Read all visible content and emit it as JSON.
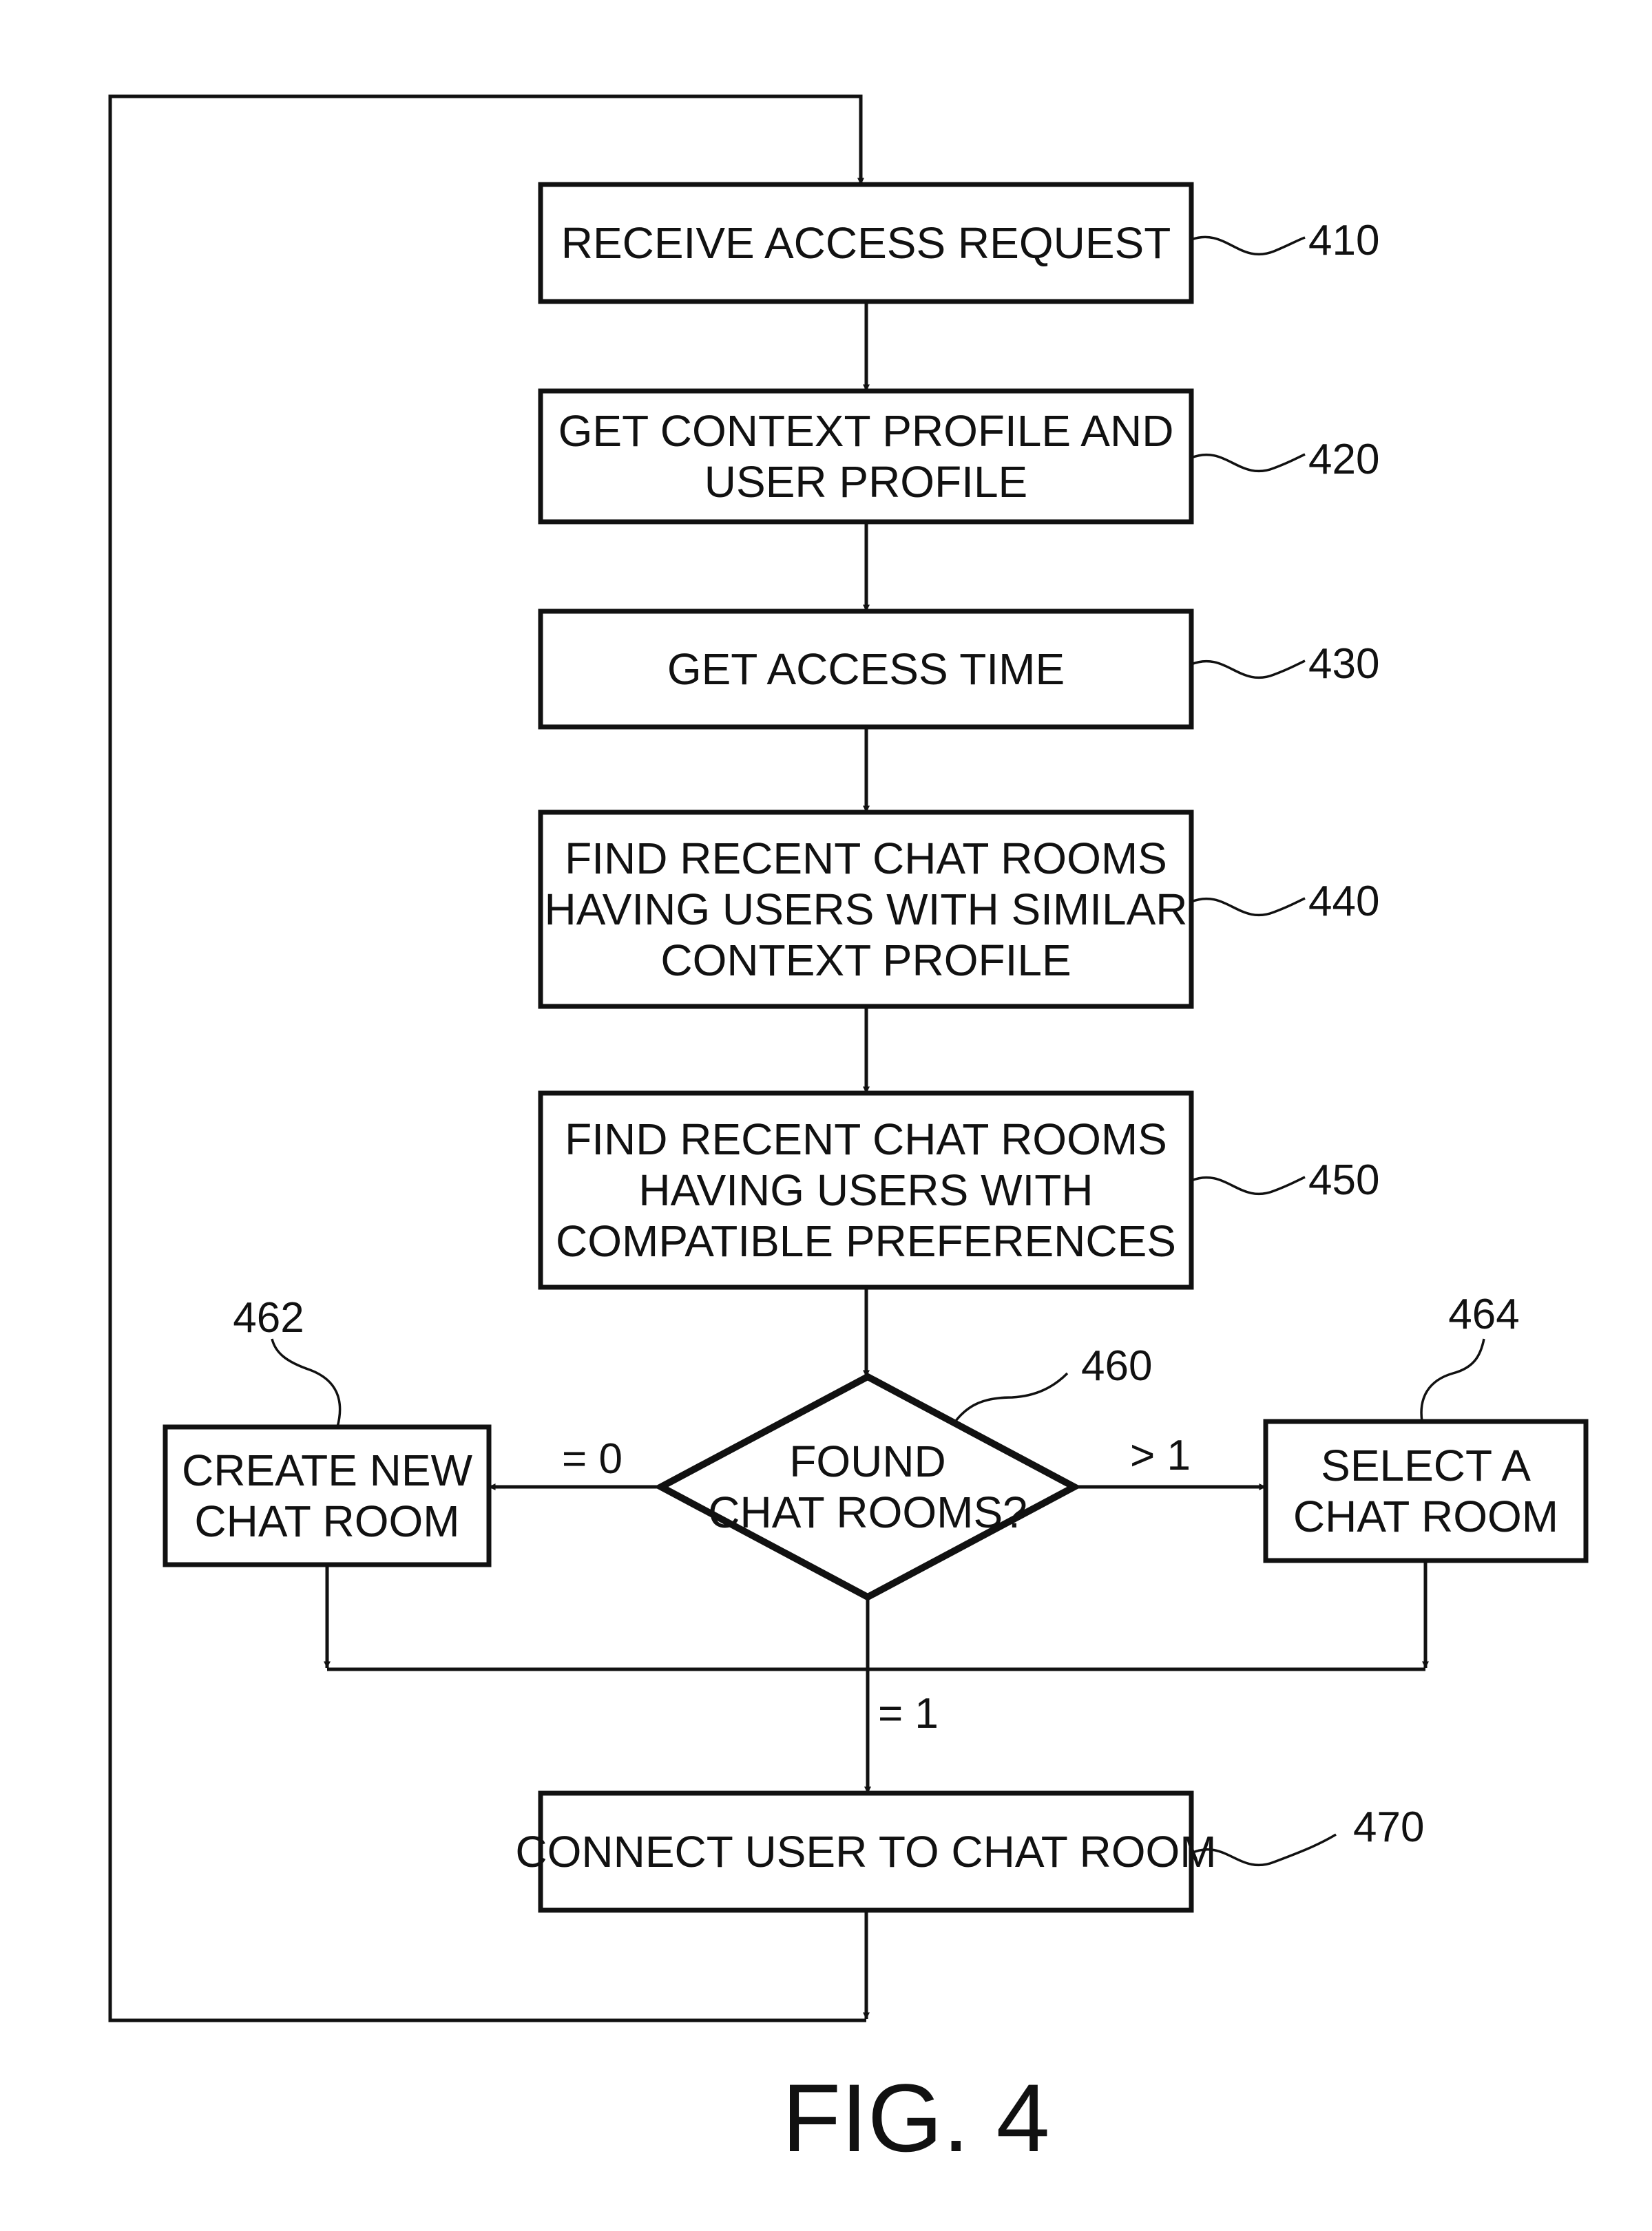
{
  "diagram": {
    "figure_label": "FIG. 4",
    "colors": {
      "ink": "#111111",
      "paper": "#ffffff"
    },
    "nodes": [
      {
        "id": "410",
        "shape": "rect",
        "ref": "410",
        "lines": [
          "RECEIVE ACCESS REQUEST"
        ]
      },
      {
        "id": "420",
        "shape": "rect",
        "ref": "420",
        "lines": [
          "GET CONTEXT PROFILE AND",
          "USER PROFILE"
        ]
      },
      {
        "id": "430",
        "shape": "rect",
        "ref": "430",
        "lines": [
          "GET ACCESS TIME"
        ]
      },
      {
        "id": "440",
        "shape": "rect",
        "ref": "440",
        "lines": [
          "FIND RECENT CHAT ROOMS",
          "HAVING USERS WITH SIMILAR",
          "CONTEXT PROFILE"
        ]
      },
      {
        "id": "450",
        "shape": "rect",
        "ref": "450",
        "lines": [
          "FIND RECENT CHAT ROOMS",
          "HAVING USERS WITH",
          "COMPATIBLE PREFERENCES"
        ]
      },
      {
        "id": "460",
        "shape": "diamond",
        "ref": "460",
        "lines": [
          "FOUND",
          "CHAT ROOMS?"
        ]
      },
      {
        "id": "462",
        "shape": "rect",
        "ref": "462",
        "lines": [
          "CREATE NEW",
          "CHAT ROOM"
        ]
      },
      {
        "id": "464",
        "shape": "rect",
        "ref": "464",
        "lines": [
          "SELECT A",
          "CHAT ROOM"
        ]
      },
      {
        "id": "470",
        "shape": "rect",
        "ref": "470",
        "lines": [
          "CONNECT USER TO CHAT ROOM"
        ]
      }
    ],
    "edges": [
      {
        "from": "410",
        "to": "420",
        "label": ""
      },
      {
        "from": "420",
        "to": "430",
        "label": ""
      },
      {
        "from": "430",
        "to": "440",
        "label": ""
      },
      {
        "from": "440",
        "to": "450",
        "label": ""
      },
      {
        "from": "450",
        "to": "460",
        "label": ""
      },
      {
        "from": "460",
        "to": "462",
        "label": "= 0"
      },
      {
        "from": "460",
        "to": "464",
        "label": "> 1"
      },
      {
        "from": "460",
        "to": "470",
        "label": "= 1"
      },
      {
        "from": "462",
        "to": "470",
        "label": ""
      },
      {
        "from": "464",
        "to": "470",
        "label": ""
      },
      {
        "from": "470",
        "to": "410",
        "label": ""
      }
    ]
  }
}
